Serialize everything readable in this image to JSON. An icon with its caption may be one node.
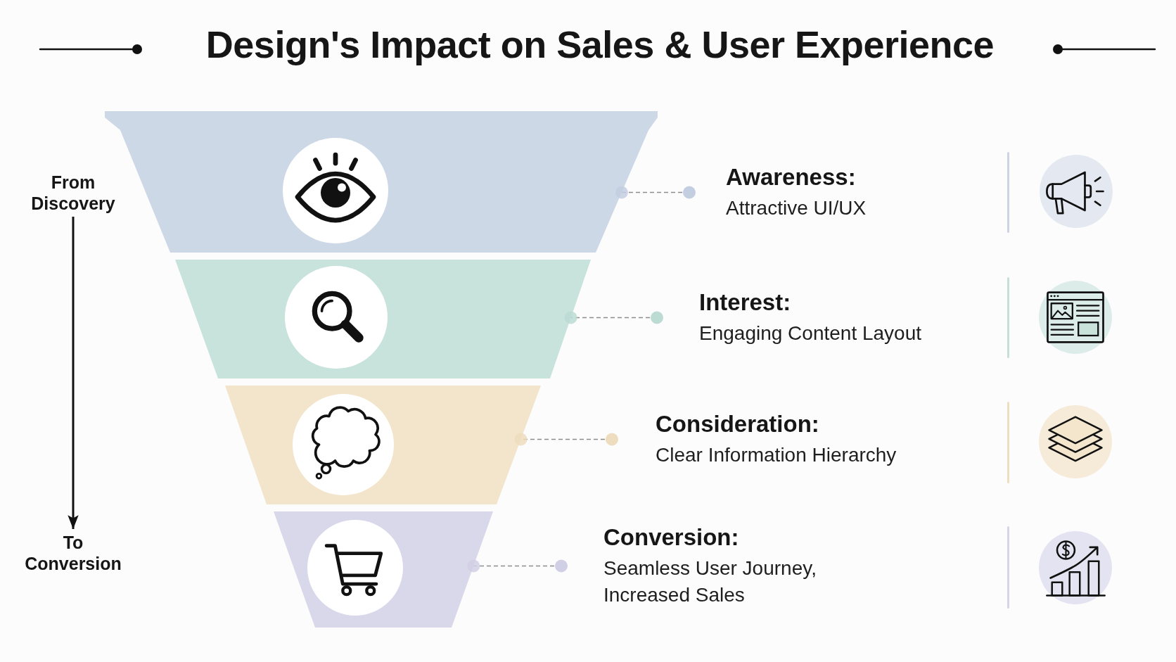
{
  "diagram": {
    "title": "Design's Impact on Sales & User Experience",
    "nodes": [
      {
        "text": [
          "From Discovery"
        ]
      },
      {
        "text": [
          "To Conversion"
        ]
      },
      {
        "text": [],
        "shape": "trapezoid"
      },
      {
        "text": [],
        "shape": "trapezoid"
      },
      {
        "text": [],
        "shape": "trapezoid"
      },
      {
        "text": [],
        "shape": "trapezoid"
      },
      {
        "text": [
          "Awareness:",
          "Attractive UI/UX"
        ]
      },
      {
        "text": [
          "Interest:",
          "Engaging Content Layout"
        ]
      },
      {
        "text": [
          "Consideration:",
          "Clear Information Hierarchy"
        ]
      },
      {
        "text": [
          "Conversion:",
          "Seamless User Journey, Increased Sales"
        ]
      }
    ],
    "edges": [
      {
        "from": 0,
        "to": 1,
        "arrow": "to",
        "color": "#111111"
      },
      {
        "from": 6,
        "to": 2,
        "arrow": "other",
        "style": "dashed"
      },
      {
        "from": 7,
        "to": 3,
        "arrow": "other",
        "style": "dashed"
      },
      {
        "from": 8,
        "to": 4,
        "arrow": "other",
        "style": "dashed"
      },
      {
        "from": 9,
        "to": 5,
        "arrow": "other",
        "style": "dashed"
      }
    ]
  }
}
